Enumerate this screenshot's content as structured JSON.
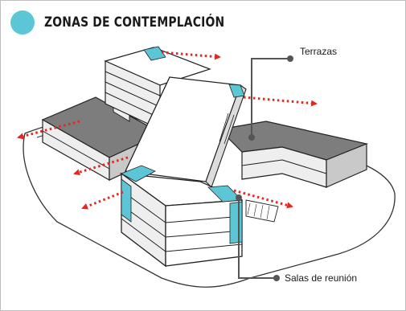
{
  "header": {
    "title": "ZONAS DE CONTEMPLACIÓN",
    "dot_color": "#5cc6d6"
  },
  "labels": {
    "terrazas": "Terrazas",
    "salas": "Salas de reunión"
  },
  "colors": {
    "highlight": "#5cc6d6",
    "arrow": "#e8251f",
    "roof_gray": "#7d7d7d",
    "roof_white": "#ffffff",
    "wall_light": "#eeeeee",
    "wall_mid": "#c9c9c9",
    "leader": "#555555"
  }
}
